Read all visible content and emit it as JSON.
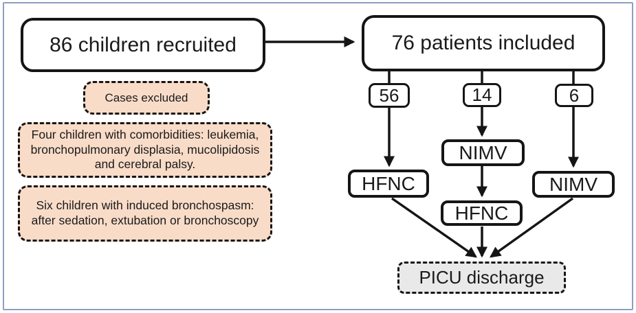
{
  "flowchart": {
    "recruited_label": "86 children recruited",
    "included_label": "76 patients included",
    "excluded": {
      "header": "Cases excluded",
      "reasons": [
        "Four children with comorbidities: leukemia, bronchopulmonary displasia, mucolipidosis and cerebral palsy.",
        "Six children with induced bronchospasm: after sedation, extubation or bronchoscopy"
      ]
    },
    "branches": [
      {
        "count": "56",
        "treatment": "HFNC"
      },
      {
        "count": "14",
        "treatment_first": "NIMV",
        "treatment_second": "HFNC"
      },
      {
        "count": "6",
        "treatment": "NIMV"
      }
    ],
    "discharge_label": "PICU discharge",
    "colors": {
      "excluded_fill": "#f9dcc8",
      "discharge_fill": "#e9e9e9",
      "line": "#151515",
      "frame": "#8d9fc0"
    }
  }
}
